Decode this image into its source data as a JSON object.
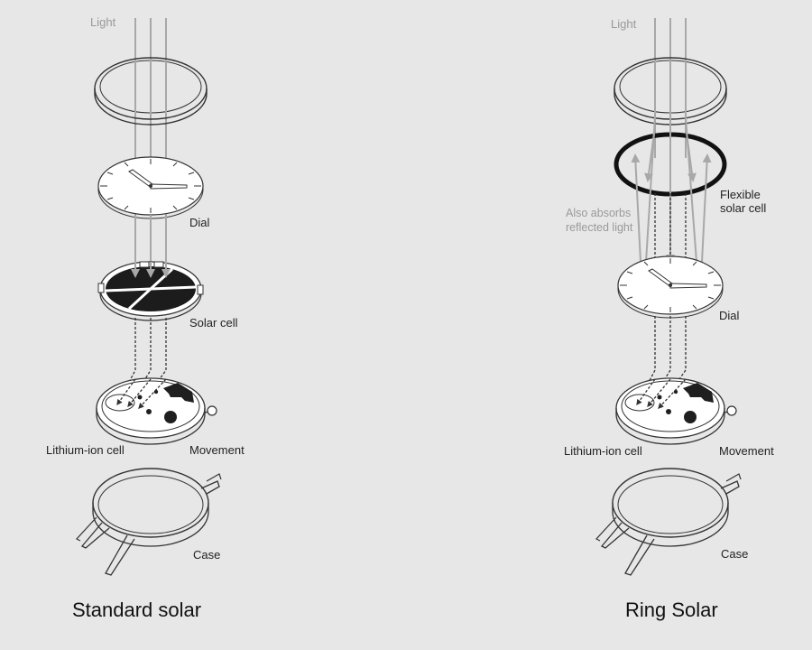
{
  "standard": {
    "light_label": "Light",
    "dial_label": "Dial",
    "solar_cell_label": "Solar cell",
    "lithium_label": "Lithium-ion cell",
    "movement_label": "Movement",
    "case_label": "Case",
    "caption": "Standard solar"
  },
  "ring": {
    "light_label": "Light",
    "flexible_label_1": "Flexible",
    "flexible_label_2": "solar cell",
    "absorbs_label_1": "Also absorbs",
    "absorbs_label_2": "reflected light",
    "dial_label": "Dial",
    "lithium_label": "Lithium-ion cell",
    "movement_label": "Movement",
    "case_label": "Case",
    "caption": "Ring Solar"
  },
  "colors": {
    "background": "#e7e7e7",
    "line": "#333333",
    "light_ray": "#a8a8a8"
  }
}
